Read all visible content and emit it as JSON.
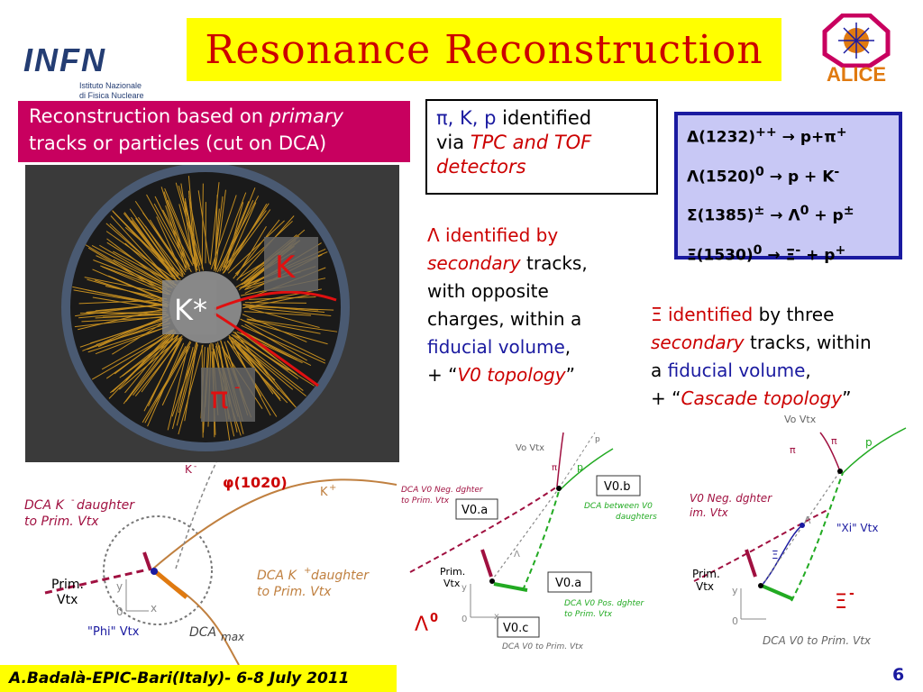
{
  "slide": {
    "title": "Resonance Reconstruction",
    "page_number": "6",
    "footer": "A.Badalà-EPIC-Bari(Italy)- 6-8 July 2011"
  },
  "logos": {
    "infn": {
      "name": "INFN",
      "line1": "Istituto Nazionale",
      "line2": "di Fisica Nucleare",
      "color": "#243d73"
    },
    "alice": {
      "name": "ALICE",
      "color": "#e07a10"
    }
  },
  "reco_box": {
    "text_a": "Reconstruction based on ",
    "text_em": "primary",
    "text_b": "tracks or particles (cut on DCA)",
    "bg": "#c8005f"
  },
  "event_display": {
    "kstar": "K*",
    "k": "K",
    "pi": "π",
    "pi_sup": "-"
  },
  "identified_box": {
    "particles": "π, K, p",
    "text1": " identified",
    "via": "via ",
    "detectors": "TPC and TOF detectors"
  },
  "reactions": [
    {
      "pre": "Δ(1232)",
      "sup1": "++",
      "arrow": " → ",
      "post": "p+π",
      "sup2": "+"
    },
    {
      "pre": "Λ(1520)",
      "sup1": "0",
      "arrow": " → ",
      "post": "p + K",
      "sup2": "-"
    },
    {
      "pre": "Σ(1385)",
      "sup1": "±",
      "arrow": " → ",
      "post": "Λ",
      "sup2": "0",
      "tail": " + p",
      "sup3": "±"
    },
    {
      "pre": "Ξ(1530)",
      "sup1": "0",
      "arrow": " → ",
      "post": "Ξ",
      "sup2": "-",
      "tail": " + p",
      "sup3": "+"
    }
  ],
  "lambda_text": {
    "sym": "Λ",
    "p1": " identified by",
    "secondary": "secondary",
    "p2": " tracks,",
    "p3": "with opposite",
    "p4": "charges, within a",
    "fiducial": "fiducial volume",
    "comma": ",",
    "plus": "+ “",
    "topology": "V0 topology",
    "endq": "”"
  },
  "xi_text": {
    "sym": "Ξ",
    "identified": " identified",
    "p1": " by three",
    "secondary": "secondary",
    "p2": " tracks, within",
    "a": "a ",
    "fiducial": "fiducial volume",
    "comma": ",",
    "plus": "+ “",
    "topology": "Cascade topology",
    "endq": "”"
  },
  "phi_diagram": {
    "k_minus": "K",
    "k_minus_sup": "-",
    "k_plus": "K",
    "k_plus_sup": "+",
    "phi_label": "φ(1020)",
    "dca_kminus1": "DCA K",
    "dca_kminus_sup": "-",
    "dca_kminus2": " daughter",
    "dca_kminus3": "to Prim. Vtx",
    "dca_kplus1": "DCA K",
    "dca_kplus_sup": "+",
    "dca_kplus2": " daughter",
    "dca_kplus3": "to Prim. Vtx",
    "prim1": "Prim.",
    "prim2": "Vtx",
    "phi_vtx": "\"Phi\" Vtx",
    "dca_max": "DCA",
    "dca_max_sub": "max",
    "y": "y",
    "x": "x",
    "o": "0"
  },
  "v0_diagram": {
    "vo_vtx": "Vo Vtx",
    "p_pi": "p",
    "pi_minus": "π",
    "p": "p",
    "v0b": "V0.b",
    "v0a_top": "V0.a",
    "v0a_bot": "V0.a",
    "v0c": "V0.c",
    "dca_neg1": "DCA V0 Neg. dghter",
    "dca_neg2": "to Prim. Vtx",
    "dca_between1": "DCA between V0",
    "dca_between2": "daughters",
    "dca_pos1": "DCA V0 Pos. dghter",
    "dca_pos2": "to Prim. Vtx",
    "dca_v0": "DCA V0 to Prim. Vtx",
    "prim1": "Prim.",
    "prim2": "Vtx",
    "lambda0": "Λ",
    "lambda0_sup": "0",
    "lambda_small": "Λ",
    "y": "y",
    "x": "x",
    "o": "0"
  },
  "xi_diagram": {
    "vo_vtx": "Vo Vtx",
    "pi_minus1": "π",
    "pi_minus2": "π",
    "p": "p",
    "v0_neg1": "V0 Neg. dghter",
    "v0_neg2": "im. Vtx",
    "xi_vtx": "\"Xi\" Vtx",
    "xi_small": "Ξ",
    "lambda_small": "Λ",
    "xi_minus": "Ξ",
    "xi_minus_sup": "-",
    "prim1": "Prim.",
    "prim2": "Vtx",
    "dca_v0": "DCA V0 to Prim. Vtx",
    "y": "y",
    "o": "0"
  },
  "colors": {
    "title_bg": "#ffff00",
    "title_text": "#cc0000",
    "blue_text": "#1a1aa0",
    "red_text": "#cc0000",
    "reactions_bg": "#c8c8f5"
  }
}
